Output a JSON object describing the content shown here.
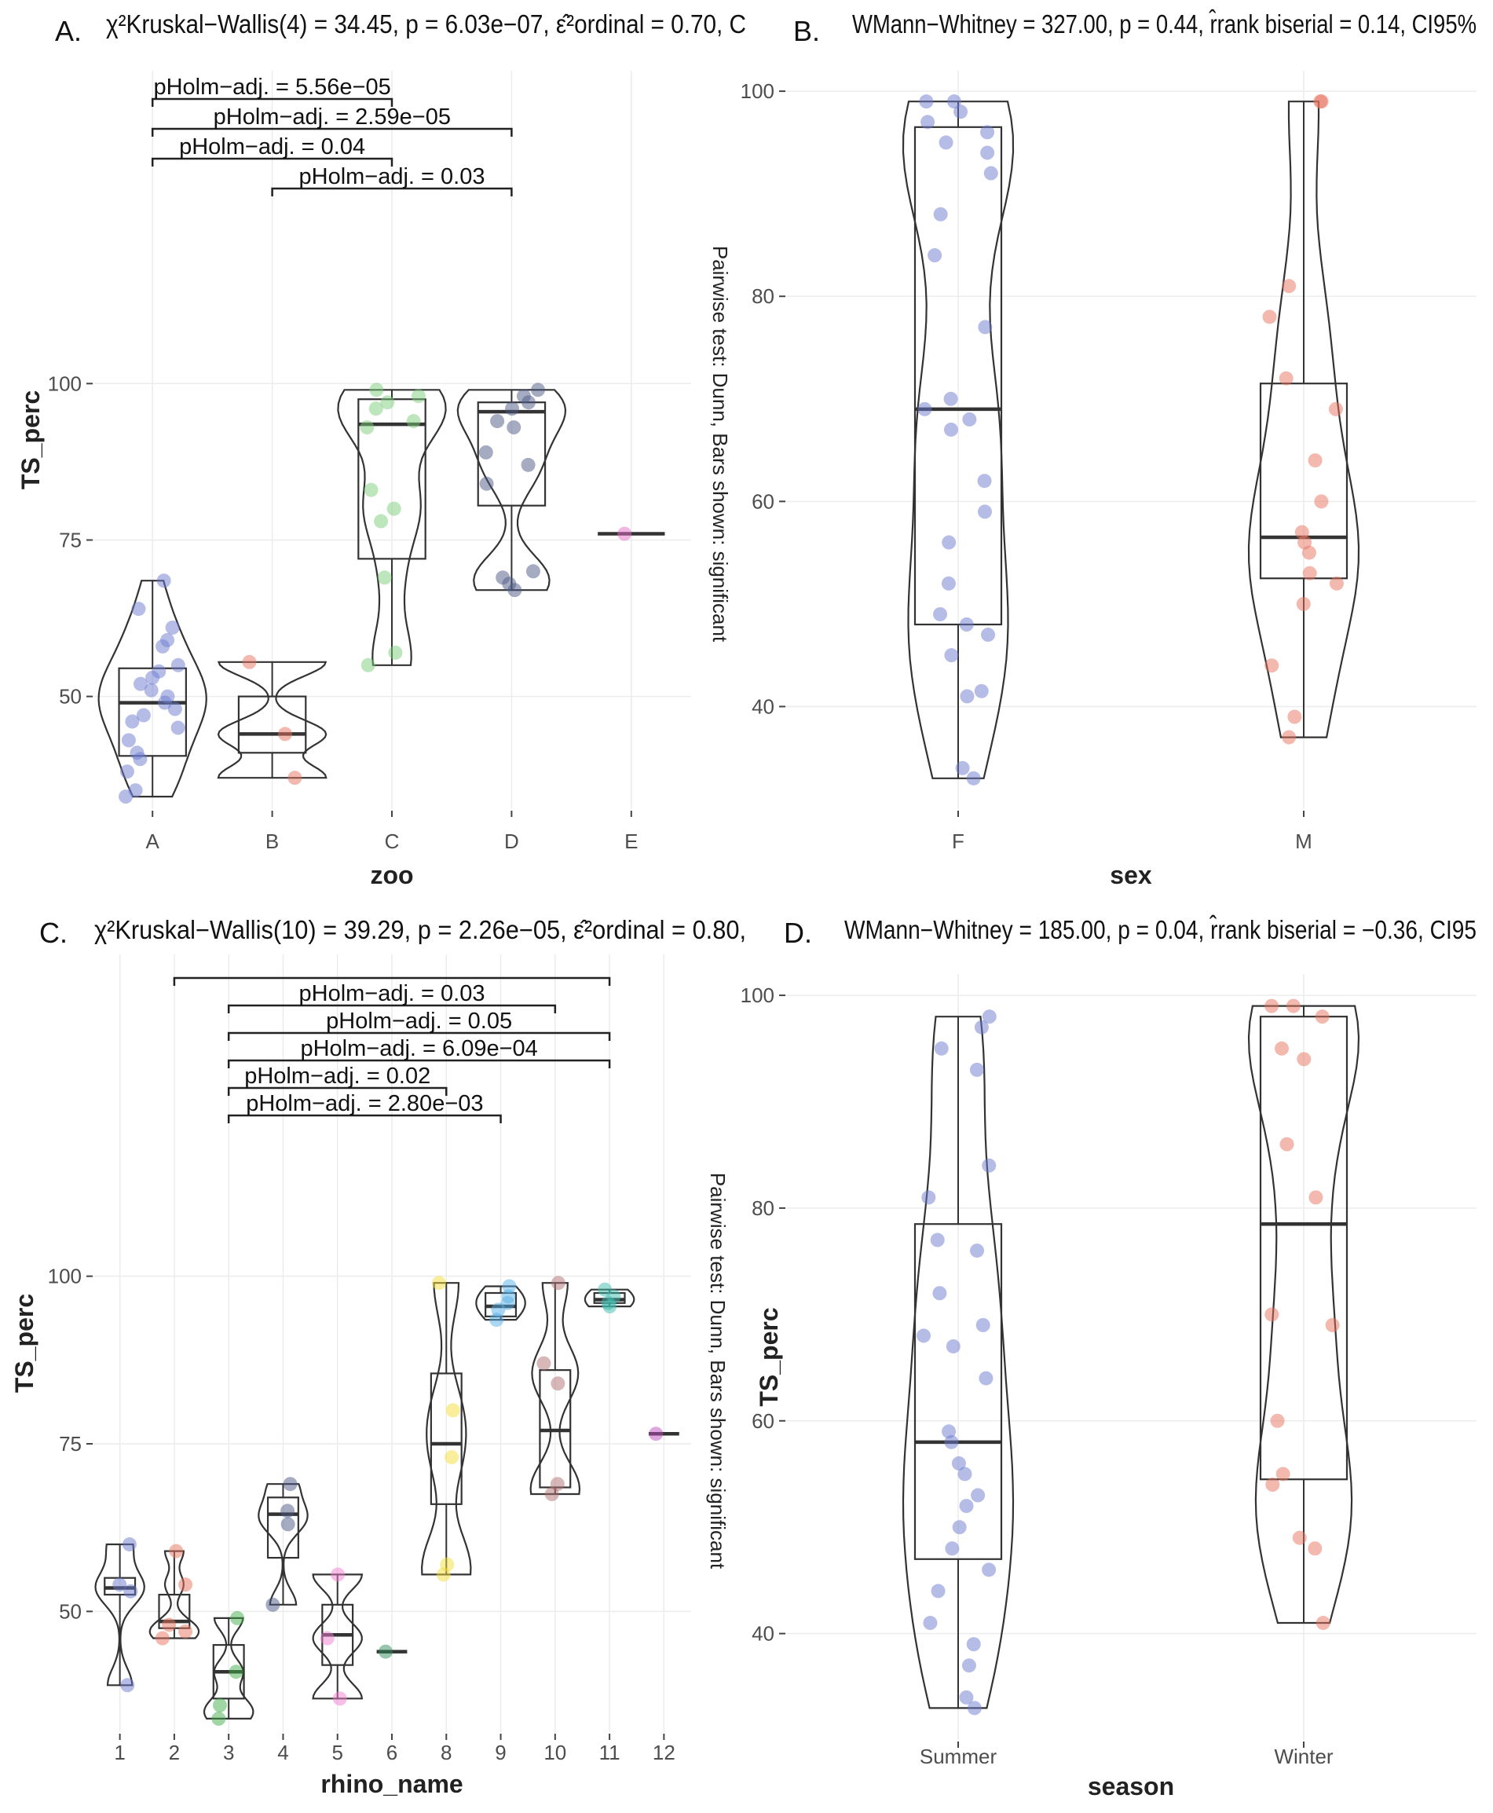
{
  "chart_data": [
    {
      "type": "violin-box",
      "panel": "A.",
      "subtitle": "χ²Kruskal−Wallis(4) = 34.45, p = 6.03e−07, ε̂²ordinal = 0.70, C",
      "xlabel": "zoo",
      "ylabel": "TS_perc",
      "caption": "Pairwise test: Dunn, Bars shown: significant",
      "ylim": [
        32,
        150
      ],
      "yticks": [
        50,
        75,
        100
      ],
      "categories": [
        "A",
        "B",
        "C",
        "D",
        "E"
      ],
      "colors": [
        "#6b7bd0",
        "#e8735f",
        "#7ccd7c",
        "#4c5a86",
        "#e870c8"
      ],
      "boxes": [
        {
          "q1": 40.5,
          "median": 49,
          "q3": 54.5,
          "whisker_low": 34,
          "whisker_high": 68.5
        },
        {
          "q1": 41,
          "median": 44,
          "q3": 50,
          "whisker_low": 37,
          "whisker_high": 55.5
        },
        {
          "q1": 72,
          "median": 93.5,
          "q3": 97.5,
          "whisker_low": 55,
          "whisker_high": 99
        },
        {
          "q1": 80.5,
          "median": 95.5,
          "q3": 97,
          "whisker_low": 67,
          "whisker_high": 99
        },
        {
          "q1": 76,
          "median": 76,
          "q3": 76,
          "whisker_low": 76,
          "whisker_high": 76
        }
      ],
      "points": [
        [
          34,
          35,
          38,
          40,
          41,
          43,
          45,
          46,
          47,
          48,
          49,
          50,
          51,
          52,
          53,
          54,
          55,
          58,
          59,
          61,
          64,
          68.5
        ],
        [
          37,
          44,
          55.5
        ],
        [
          55,
          57,
          69,
          78,
          80,
          83,
          93,
          94,
          96,
          97,
          98,
          99
        ],
        [
          67,
          68,
          69,
          70,
          84,
          87,
          89,
          93,
          94,
          96,
          97,
          98,
          99
        ],
        [
          76
        ]
      ],
      "comparisons": [
        {
          "label": "pHolm−adj. = 0.03",
          "from": "B",
          "to": "D"
        },
        {
          "label": "pHolm−adj. = 0.04",
          "from": "A",
          "to": "C"
        },
        {
          "label": "pHolm−adj. = 2.59e−05",
          "from": "A",
          "to": "D"
        },
        {
          "label": "pHolm−adj. = 5.56e−05",
          "from": "A",
          "to": "C"
        }
      ]
    },
    {
      "type": "violin-box",
      "panel": "B.",
      "subtitle": "WMann−Whitney = 327.00, p = 0.44, r̂rank biserial = 0.14, CI95%",
      "xlabel": "sex",
      "ylabel": "",
      "caption": "",
      "ylim": [
        30,
        102
      ],
      "yticks": [
        40,
        60,
        80,
        100
      ],
      "categories": [
        "F",
        "M"
      ],
      "colors": [
        "#6b7bd0",
        "#e8735f"
      ],
      "boxes": [
        {
          "q1": 48,
          "median": 69,
          "q3": 96.5,
          "whisker_low": 33,
          "whisker_high": 99
        },
        {
          "q1": 52.5,
          "median": 56.5,
          "q3": 71.5,
          "whisker_low": 37,
          "whisker_high": 99
        }
      ],
      "points": [
        [
          33,
          34,
          41,
          41.5,
          45,
          47,
          48,
          49,
          52,
          56,
          59,
          62,
          67,
          68,
          69,
          70,
          77,
          84,
          88,
          92,
          94,
          95,
          96,
          97,
          98,
          99,
          99
        ],
        [
          37,
          39,
          44,
          50,
          52,
          53,
          55,
          56,
          57,
          60,
          64,
          69,
          72,
          78,
          81,
          99,
          99
        ]
      ],
      "comparisons": []
    },
    {
      "type": "violin-box",
      "panel": "C.",
      "subtitle": "χ²Kruskal−Wallis(10) = 39.29, p = 2.26e−05, ε̂²ordinal = 0.80,",
      "xlabel": "rhino_name",
      "ylabel": "TS_perc",
      "caption": "Pairwise test: Dunn, Bars shown: significant",
      "ylim": [
        32,
        148
      ],
      "yticks": [
        50,
        75,
        100
      ],
      "categories": [
        "1",
        "2",
        "3",
        "4",
        "5",
        "6",
        "8",
        "9",
        "10",
        "11",
        "12"
      ],
      "colors": [
        "#6b7bd0",
        "#e8735f",
        "#3fae4a",
        "#4c5a86",
        "#f07ed0",
        "#2f8a5a",
        "#f2de3a",
        "#55b0e8",
        "#b07070",
        "#3fbcb0",
        "#c050c0"
      ],
      "boxes": [
        {
          "q1": 52.5,
          "median": 53.5,
          "q3": 55,
          "whisker_low": 39,
          "whisker_high": 60
        },
        {
          "q1": 47.5,
          "median": 48.5,
          "q3": 52.5,
          "whisker_low": 46,
          "whisker_high": 59
        },
        {
          "q1": 37,
          "median": 41,
          "q3": 45,
          "whisker_low": 34,
          "whisker_high": 49
        },
        {
          "q1": 58,
          "median": 64.5,
          "q3": 67,
          "whisker_low": 51,
          "whisker_high": 69
        },
        {
          "q1": 42,
          "median": 46.5,
          "q3": 51,
          "whisker_low": 37,
          "whisker_high": 55.5
        },
        {
          "q1": 44,
          "median": 44,
          "q3": 44,
          "whisker_low": 44,
          "whisker_high": 44
        },
        {
          "q1": 66,
          "median": 75,
          "q3": 85.5,
          "whisker_low": 55.5,
          "whisker_high": 99
        },
        {
          "q1": 94,
          "median": 95.5,
          "q3": 97.5,
          "whisker_low": 93.5,
          "whisker_high": 98.5
        },
        {
          "q1": 68.5,
          "median": 77,
          "q3": 86,
          "whisker_low": 67.5,
          "whisker_high": 99
        },
        {
          "q1": 96,
          "median": 96.5,
          "q3": 97.5,
          "whisker_low": 95.5,
          "whisker_high": 98
        },
        {
          "q1": 76.5,
          "median": 76.5,
          "q3": 76.5,
          "whisker_low": 76.5,
          "whisker_high": 76.5
        }
      ],
      "points": [
        [
          39,
          53,
          54,
          60
        ],
        [
          46,
          47,
          48,
          54,
          59
        ],
        [
          34,
          36,
          41,
          49
        ],
        [
          51,
          63,
          65,
          69
        ],
        [
          37,
          46,
          55.5
        ],
        [
          44
        ],
        [
          55.5,
          57,
          73,
          80,
          99
        ],
        [
          93.5,
          95,
          96,
          97,
          98.5
        ],
        [
          67.5,
          69,
          84,
          87,
          99
        ],
        [
          95.5,
          96,
          97,
          98
        ],
        [
          76.5
        ]
      ],
      "comparisons": [
        {
          "label": "pHolm−adj. = 2.80e−03",
          "from": "3",
          "to": "9"
        },
        {
          "label": "pHolm−adj. = 0.02",
          "from": "3",
          "to": "8"
        },
        {
          "label": "pHolm−adj. = 6.09e−04",
          "from": "3",
          "to": "11"
        },
        {
          "label": "pHolm−adj. = 0.05",
          "from": "3",
          "to": "11"
        },
        {
          "label": "pHolm−adj. = 0.03",
          "from": "3",
          "to": "10"
        },
        {
          "label": "",
          "from": "2",
          "to": "11"
        }
      ]
    },
    {
      "type": "violin-box",
      "panel": "D.",
      "subtitle": "WMann−Whitney = 185.00, p = 0.04, r̂rank biserial = −0.36, CI95",
      "xlabel": "season",
      "ylabel": "TS_perc",
      "caption": "",
      "ylim": [
        30,
        102
      ],
      "yticks": [
        40,
        60,
        80,
        100
      ],
      "categories": [
        "Summer",
        "Winter"
      ],
      "colors": [
        "#6b7bd0",
        "#e8735f"
      ],
      "boxes": [
        {
          "q1": 47,
          "median": 58,
          "q3": 78.5,
          "whisker_low": 33,
          "whisker_high": 98
        },
        {
          "q1": 54.5,
          "median": 78.5,
          "q3": 98,
          "whisker_low": 41,
          "whisker_high": 99
        }
      ],
      "points": [
        [
          33,
          34,
          37,
          39,
          41,
          44,
          46,
          48,
          50,
          52,
          53,
          55,
          56,
          58,
          59,
          64,
          67,
          68,
          69,
          72,
          76,
          77,
          81,
          84,
          93,
          95,
          97,
          98
        ],
        [
          41,
          48,
          49,
          54,
          55,
          60,
          69,
          70,
          81,
          86,
          94,
          95,
          98,
          99,
          99
        ]
      ],
      "comparisons": []
    }
  ]
}
